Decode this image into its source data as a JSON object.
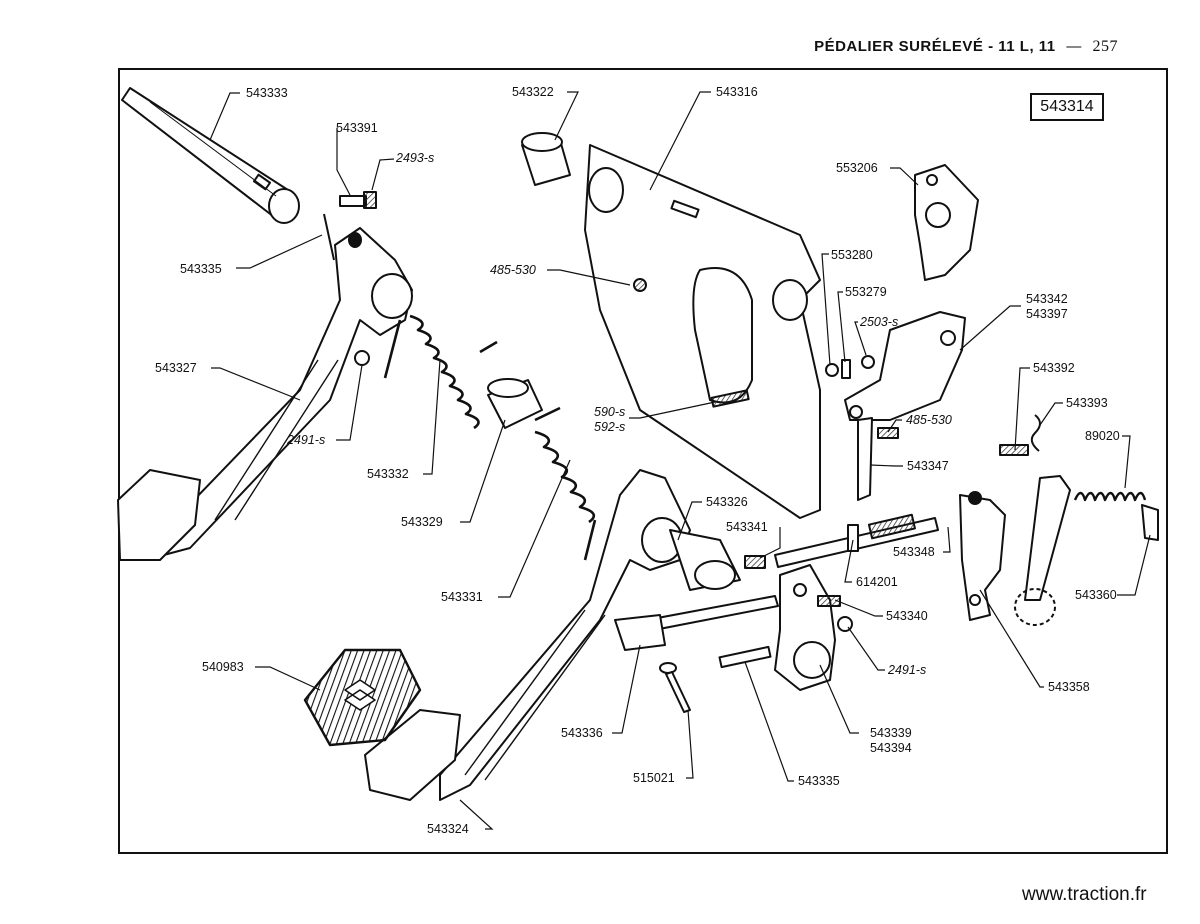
{
  "header": {
    "title": "PÉDALIER SURÉLEVÉ - 11 L, 11",
    "dash": "—",
    "page_number": "257"
  },
  "reference_box": "543314",
  "part_labels": {
    "p543333": "543333",
    "p543391": "543391",
    "p2493s": "2493-s",
    "p543335a": "543335",
    "p543327": "543327",
    "p2491s_a": "2491-s",
    "p543332": "543332",
    "p543329": "543329",
    "p543331": "543331",
    "p543322": "543322",
    "p543316": "543316",
    "p485_530a": "485-530",
    "p590s": "590-s",
    "p592s": "592-s",
    "p543326": "543326",
    "p553206": "553206",
    "p553280": "553280",
    "p553279": "553279",
    "p2503s": "2503-s",
    "p543342": "543342",
    "p543397": "543397",
    "p485_530b": "485-530",
    "p543347": "543347",
    "p543392": "543392",
    "p543393": "543393",
    "p89020": "89020",
    "p543341": "543341",
    "p543348": "543348",
    "p614201": "614201",
    "p543360": "543360",
    "p543340": "543340",
    "p2491s_b": "2491-s",
    "p543358": "543358",
    "p540983": "540983",
    "p543336": "543336",
    "p543339": "543339",
    "p543394": "543394",
    "p515021": "515021",
    "p543335b": "543335",
    "p543324": "543324"
  },
  "footer": "www.traction.fr"
}
